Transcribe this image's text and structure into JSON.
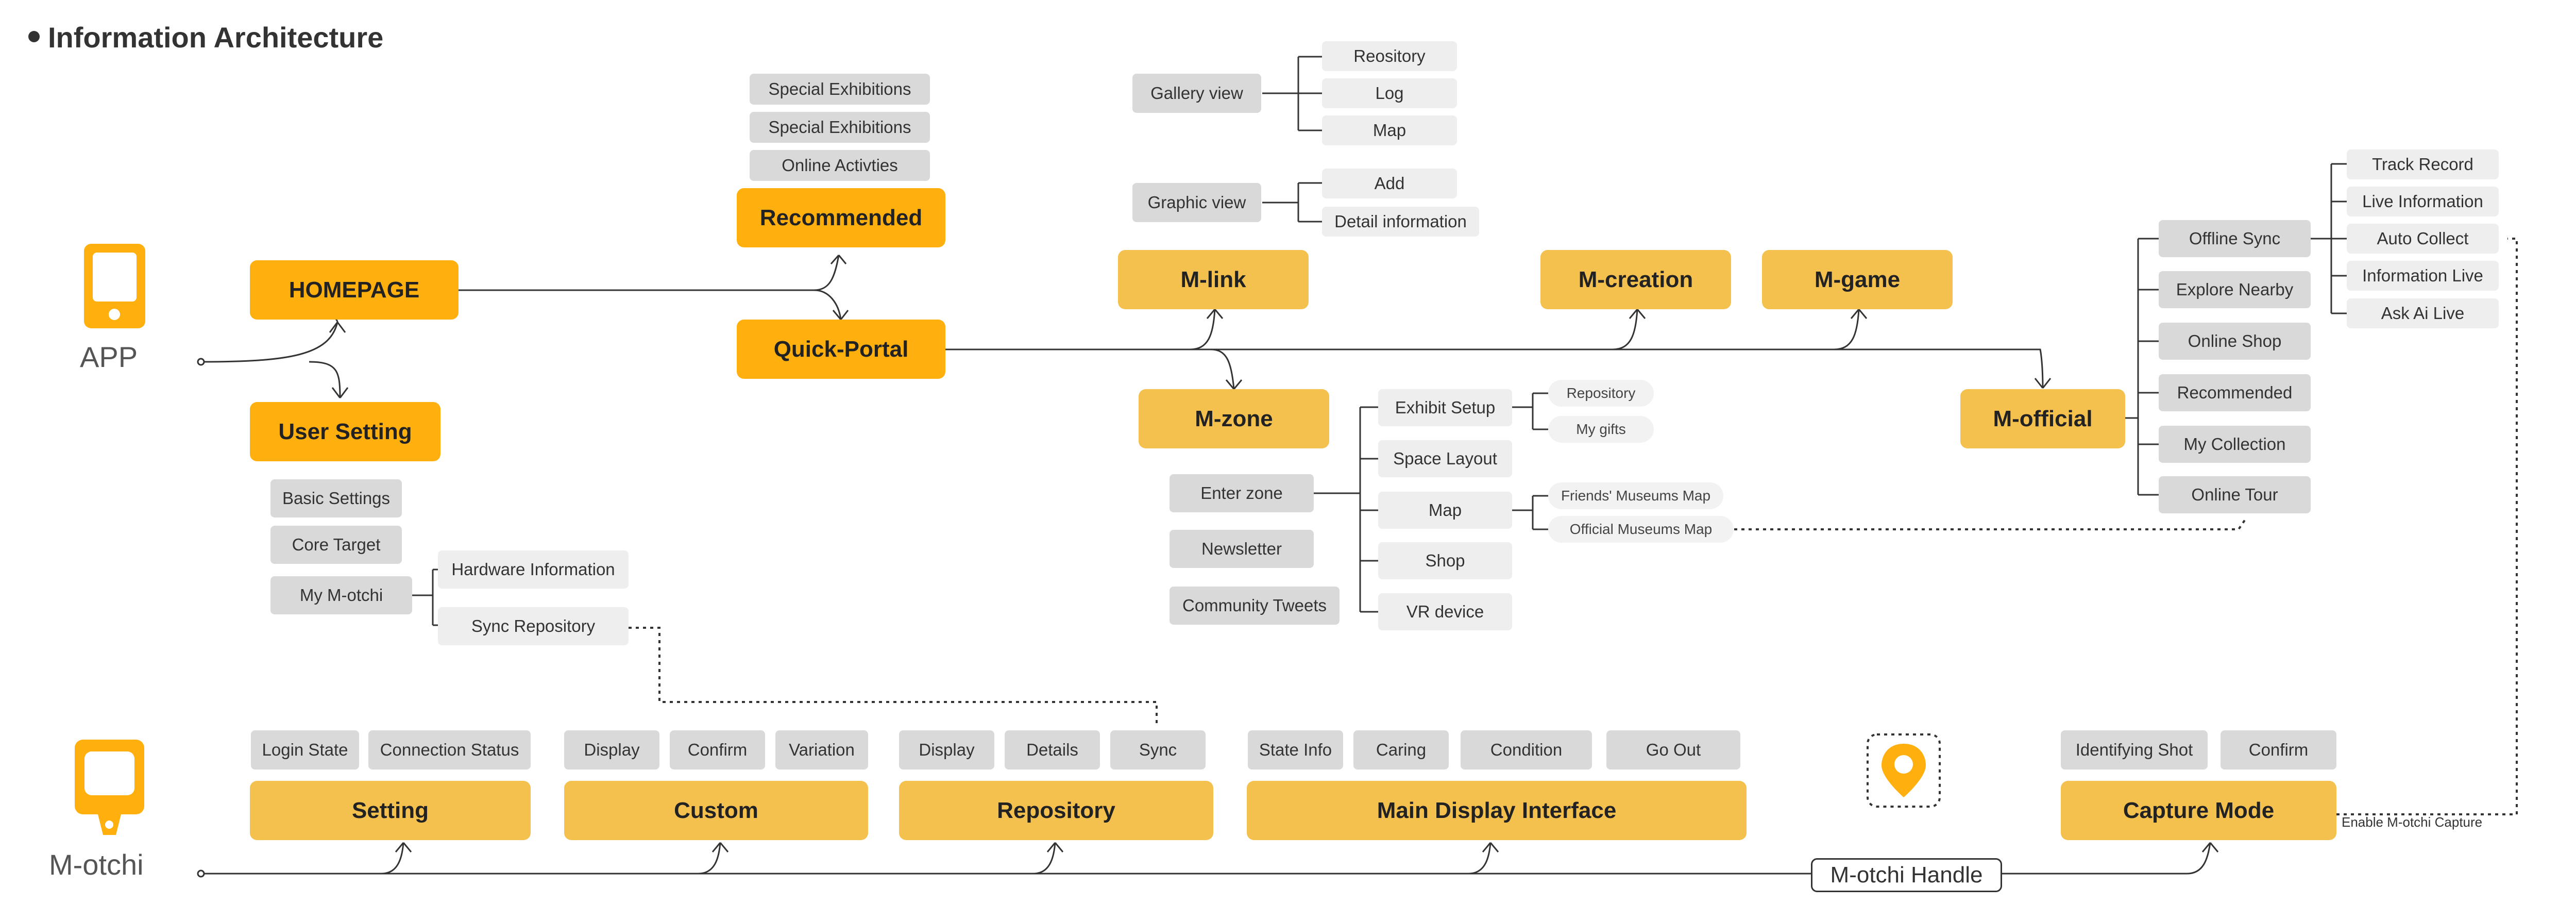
{
  "title": "Information Architecture",
  "colors": {
    "primary_orange": "#ffb00f",
    "secondary_yellow": "#f4c14f",
    "mid_gray": "#d9d9d9",
    "light_gray": "#eeeeee"
  },
  "icons": {
    "app": "phone-icon",
    "motchi": "motchi-device-icon",
    "handle": "location-pin-icon"
  },
  "app": {
    "label": "APP",
    "homepage": "HOMEPAGE",
    "user_setting": "User Setting",
    "user_setting_items": [
      "Basic Settings",
      "Core Target",
      "My M-otchi"
    ],
    "motchi_items": [
      "Hardware Information",
      "Sync Repository"
    ],
    "recommended": "Recommended",
    "recommended_items": [
      "Special Exhibitions",
      "Special Exhibitions",
      "Online Activties"
    ],
    "quick_portal": "Quick-Portal",
    "mlink": "M-link",
    "gallery_view": "Gallery view",
    "gallery_items": [
      "Reository",
      "Log",
      "Map"
    ],
    "graphic_view": "Graphic view",
    "graphic_items": [
      "Add",
      "Detail information"
    ],
    "mzone": "M-zone",
    "mzone_left": [
      "Enter zone",
      "Newsletter",
      "Community Tweets"
    ],
    "mzone_right": [
      "Exhibit Setup",
      "Space Layout",
      "Map",
      "Shop",
      "VR device"
    ],
    "exhibit_items": [
      "Repository",
      "My gifts"
    ],
    "map_items": [
      "Friends' Museums Map",
      "Official Museums Map"
    ],
    "mcreation": "M-creation",
    "mgame": "M-game",
    "mofficial": "M-official",
    "mofficial_items": [
      "Offline Sync",
      "Explore Nearby",
      "Online Shop",
      "Recommended",
      "My Collection",
      "Online Tour"
    ],
    "offline_items": [
      "Track Record",
      "Live Information",
      "Auto Collect",
      "Information Live",
      "Ask Ai Live"
    ]
  },
  "motchi": {
    "label": "M-otchi",
    "handle": "M-otchi Handle",
    "enable_note": "Enable M-otchi Capture",
    "setting": "Setting",
    "setting_items": [
      "Login State",
      "Connection Status"
    ],
    "custom": "Custom",
    "custom_items": [
      "Display",
      "Confirm",
      "Variation"
    ],
    "repository": "Repository",
    "repository_items": [
      "Display",
      "Details",
      "Sync"
    ],
    "main_display": "Main Display Interface",
    "main_items": [
      "State Info",
      "Caring",
      "Condition",
      "Go Out"
    ],
    "capture": "Capture Mode",
    "capture_items": [
      "Identifying Shot",
      "Confirm"
    ]
  }
}
